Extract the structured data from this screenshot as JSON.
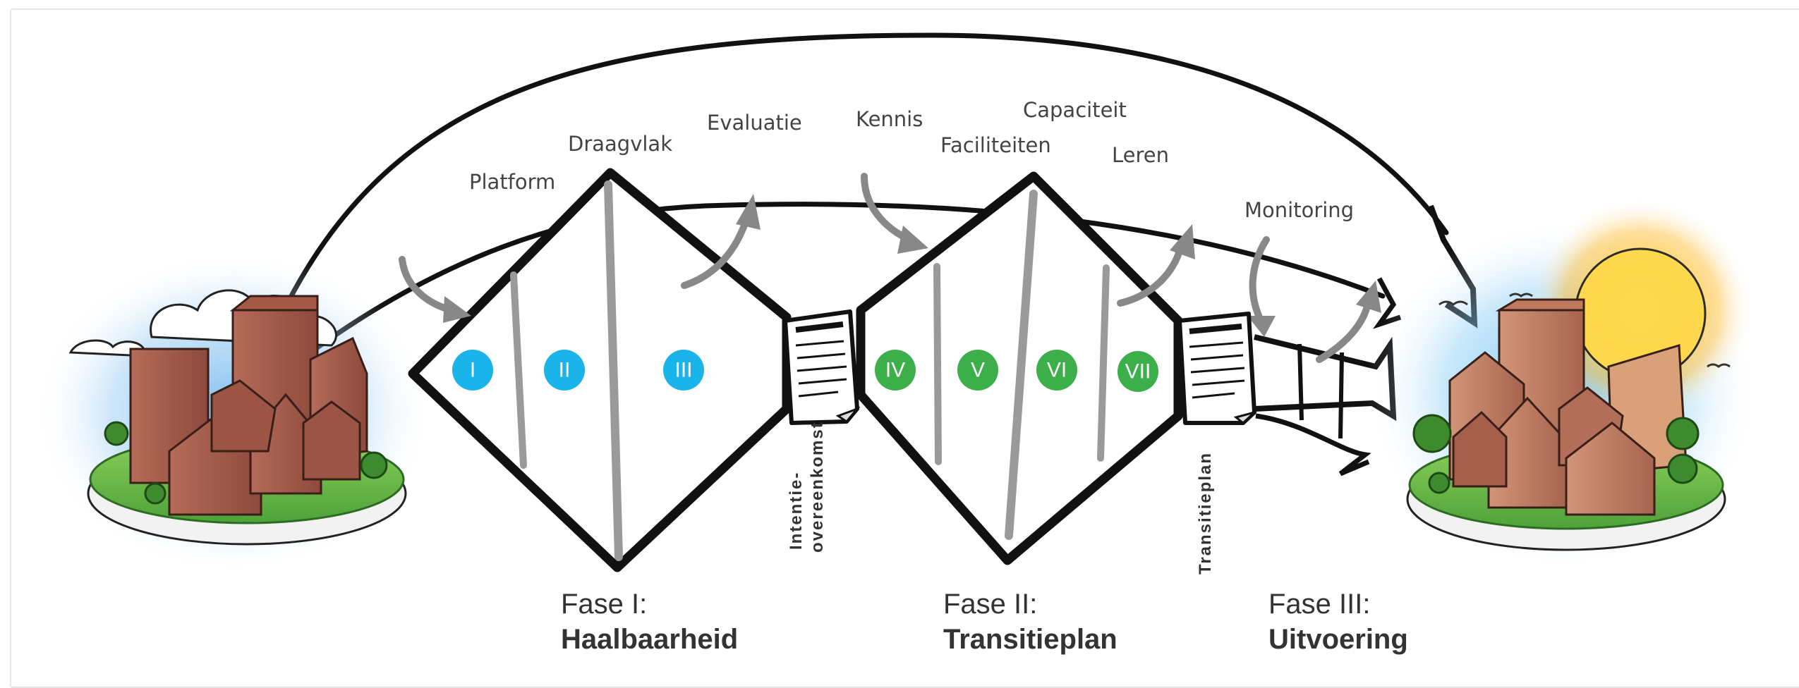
{
  "labels": {
    "platform": "Platform",
    "draagvlak": "Draagvlak",
    "evaluatie": "Evaluatie",
    "kennis": "Kennis",
    "capaciteit": "Capaciteit",
    "faciliteiten": "Faciliteiten",
    "leren": "Leren",
    "monitoring": "Monitoring"
  },
  "steps": [
    "I",
    "II",
    "III",
    "IV",
    "V",
    "VI",
    "VII"
  ],
  "documents": {
    "intentie_line1": "Intentie-",
    "intentie_line2": "overeenkomst",
    "transitieplan": "Transitieplan"
  },
  "phases": [
    {
      "name": "Fase I:",
      "title": "Haalbaarheid"
    },
    {
      "name": "Fase II:",
      "title": "Transitieplan"
    },
    {
      "name": "Fase III:",
      "title": "Uitvoering"
    }
  ],
  "colors": {
    "phase1_step": "#1ab4ea",
    "phase2_step": "#3cae4a",
    "outline": "#111111",
    "divider": "#9a9a9a",
    "process_arrow": "#888888"
  },
  "icons": {
    "start_town": "town-icon",
    "end_town": "sunny-town-icon",
    "document": "document-icon"
  }
}
